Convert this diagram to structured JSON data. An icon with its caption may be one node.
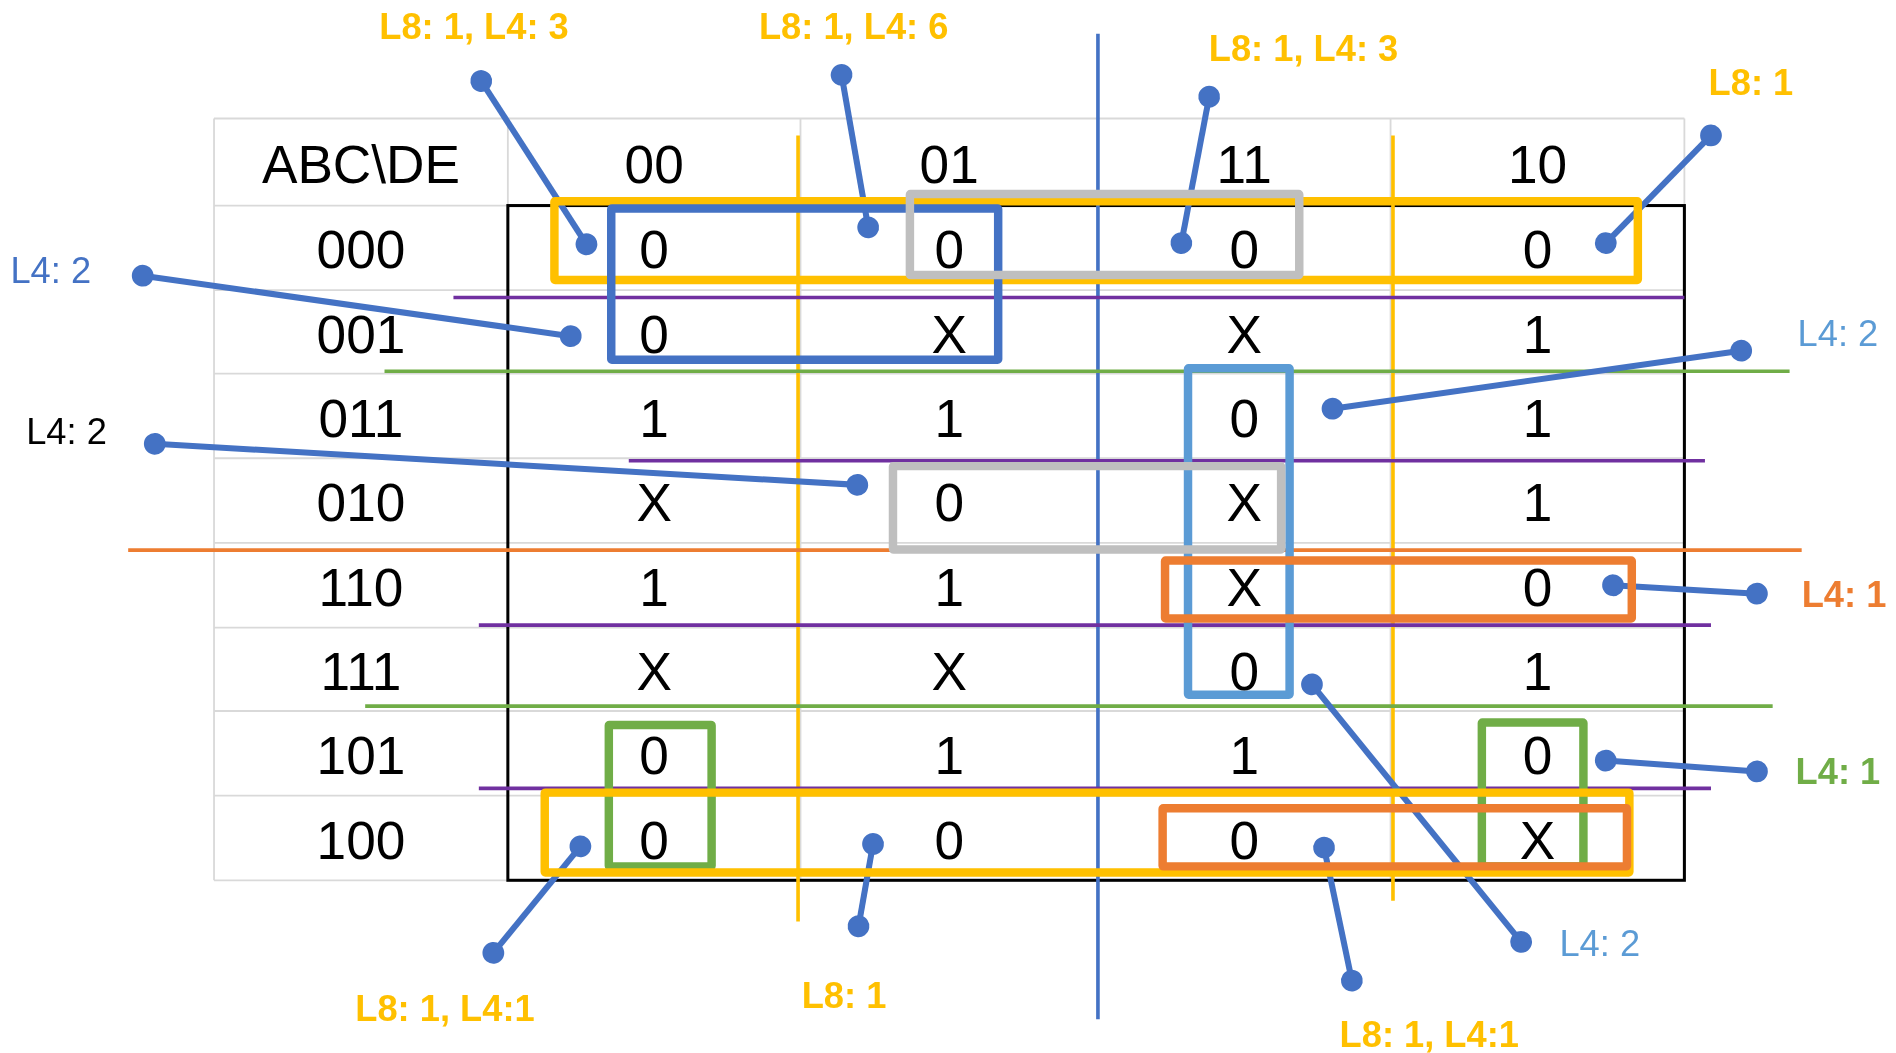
{
  "diagram": {
    "nodes": [
      {
        "text": [
          "L8: 1, L4: 3"
        ]
      },
      {
        "text": [
          "L8: 1, L4: 6"
        ]
      },
      {
        "text": [
          "L8: 1, L4: 3"
        ]
      },
      {
        "text": [
          "L8: 1"
        ]
      },
      {
        "text": [
          "L4: 2"
        ]
      },
      {
        "text": [
          "L4: 2"
        ]
      },
      {
        "text": [
          "L4: 2"
        ]
      },
      {
        "text": [
          "L4: 1"
        ]
      },
      {
        "text": [
          "L4: 1"
        ]
      },
      {
        "text": [
          "L4: 2"
        ]
      },
      {
        "text": [
          "L8: 1, L4:1"
        ]
      },
      {
        "text": [
          "L8: 1"
        ]
      },
      {
        "text": [
          "L8: 1, L4:1"
        ]
      },
      {
        "text": [],
        "shape": "box"
      },
      {
        "text": [],
        "shape": "box"
      },
      {
        "text": [],
        "shape": "box"
      },
      {
        "text": [],
        "shape": "box"
      },
      {
        "text": [],
        "shape": "box"
      },
      {
        "text": [],
        "shape": "box"
      },
      {
        "text": [],
        "shape": "box"
      },
      {
        "text": [],
        "shape": "box"
      },
      {
        "text": [],
        "shape": "box"
      },
      {
        "text": [],
        "shape": "box",
        "in": 21
      }
    ],
    "edges": [
      {
        "from": 0,
        "to": 13,
        "arrow": "other"
      },
      {
        "from": 1,
        "to": 14,
        "arrow": "other"
      },
      {
        "from": 2,
        "to": 15,
        "arrow": "other"
      },
      {
        "from": 3,
        "to": 13,
        "arrow": "other"
      },
      {
        "from": 4,
        "to": 14,
        "arrow": "other"
      },
      {
        "from": 5,
        "to": 16,
        "arrow": "other"
      },
      {
        "from": 6,
        "to": 17,
        "arrow": "other"
      },
      {
        "from": 7,
        "to": 18,
        "arrow": "other"
      },
      {
        "from": 8,
        "to": 20,
        "arrow": "other"
      },
      {
        "from": 9,
        "to": 16,
        "arrow": "other"
      },
      {
        "from": 10,
        "to": 21,
        "arrow": "other"
      },
      {
        "from": 11,
        "to": 21,
        "arrow": "other"
      },
      {
        "from": 12,
        "to": 22,
        "arrow": "other"
      }
    ],
    "labels": [
      "ABC\\DE",
      "00",
      "01",
      "11",
      "10",
      "000",
      "0",
      "0",
      "0",
      "0",
      "001",
      "0",
      "X",
      "X",
      "1",
      "011",
      "1",
      "1",
      "0",
      "1",
      "010",
      "X",
      "0",
      "X",
      "1",
      "110",
      "1",
      "1",
      "X",
      "0",
      "111",
      "X",
      "X",
      "0",
      "1",
      "101",
      "0",
      "1",
      "1",
      "0",
      "100",
      "0",
      "0",
      "0",
      "X"
    ]
  }
}
